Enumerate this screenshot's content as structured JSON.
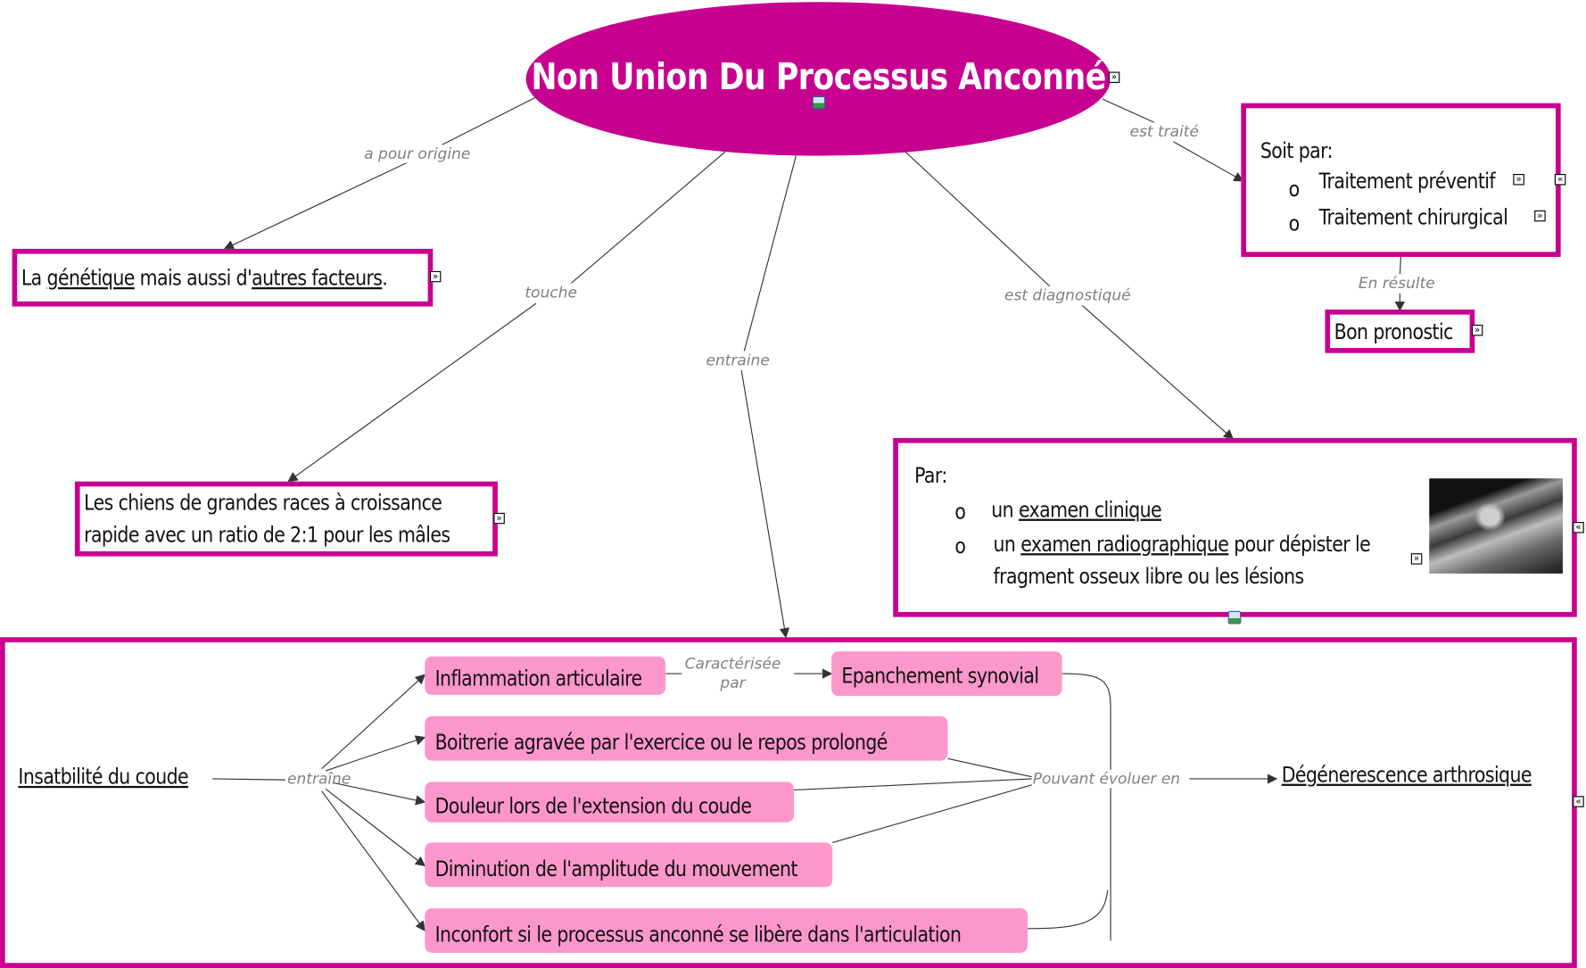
{
  "title": {
    "text": "Non Union Du Processus Anconné",
    "color": "#c8008f",
    "expand_icon": "expand-right-icon",
    "image_icon": "image-icon"
  },
  "colors": {
    "node_border": "#c8008f",
    "pink_node_fill": "#fc97cb",
    "link_label": "#808080",
    "line": "#333333"
  },
  "links": {
    "a_pour_origine": "a pour origine",
    "touche": "touche",
    "entraine": "entraine",
    "est_diagnostique": "est diagnostiqué",
    "est_traite": "est traité",
    "en_resulte": "En résulte",
    "entraine2": "entraîne",
    "caracterisee_par_1": "Caractérisée",
    "caracterisee_par_2": "par",
    "pouvant_evoluer": "Pouvant évoluer en"
  },
  "nodes": {
    "origin": {
      "parts": [
        "La ",
        "génétique",
        " mais aussi d'",
        "autres facteurs",
        "."
      ]
    },
    "dogs": {
      "line1": "Les chiens de grandes races à croissance",
      "line2": "rapide avec un ratio de 2:1 pour les mâles"
    },
    "treatment": {
      "heading": "Soit par:",
      "bullet": "o",
      "items": [
        "Traitement préventif",
        "Traitement chirurgical"
      ]
    },
    "prognosis": {
      "text": "Bon pronostic"
    },
    "diagnosis": {
      "heading": "Par:",
      "bullet": "o",
      "item1_prefix": "un ",
      "item1_link": "examen clinique",
      "item2_prefix": "un ",
      "item2_link": "examen radiographique",
      "item2_suffix": " pour dépister le",
      "item2_line2": "fragment osseux libre ou les lésions",
      "image": "elbow-xray-image"
    },
    "consequences": {
      "source": "Insatbilité du coude",
      "effects": [
        "Inflammation articulaire",
        "Boitrerie agravée par l'exercice ou le repos prolongé",
        "Douleur lors de l'extension du coude",
        "Diminution de l'amplitude du mouvement",
        "Inconfort si le processus anconné se libère dans l'articulation"
      ],
      "synovial": "Epanchement synovial",
      "outcome": "Dégénerescence arthrosique"
    }
  },
  "icons": {
    "expand_right": "»",
    "collapse_left": "«"
  }
}
